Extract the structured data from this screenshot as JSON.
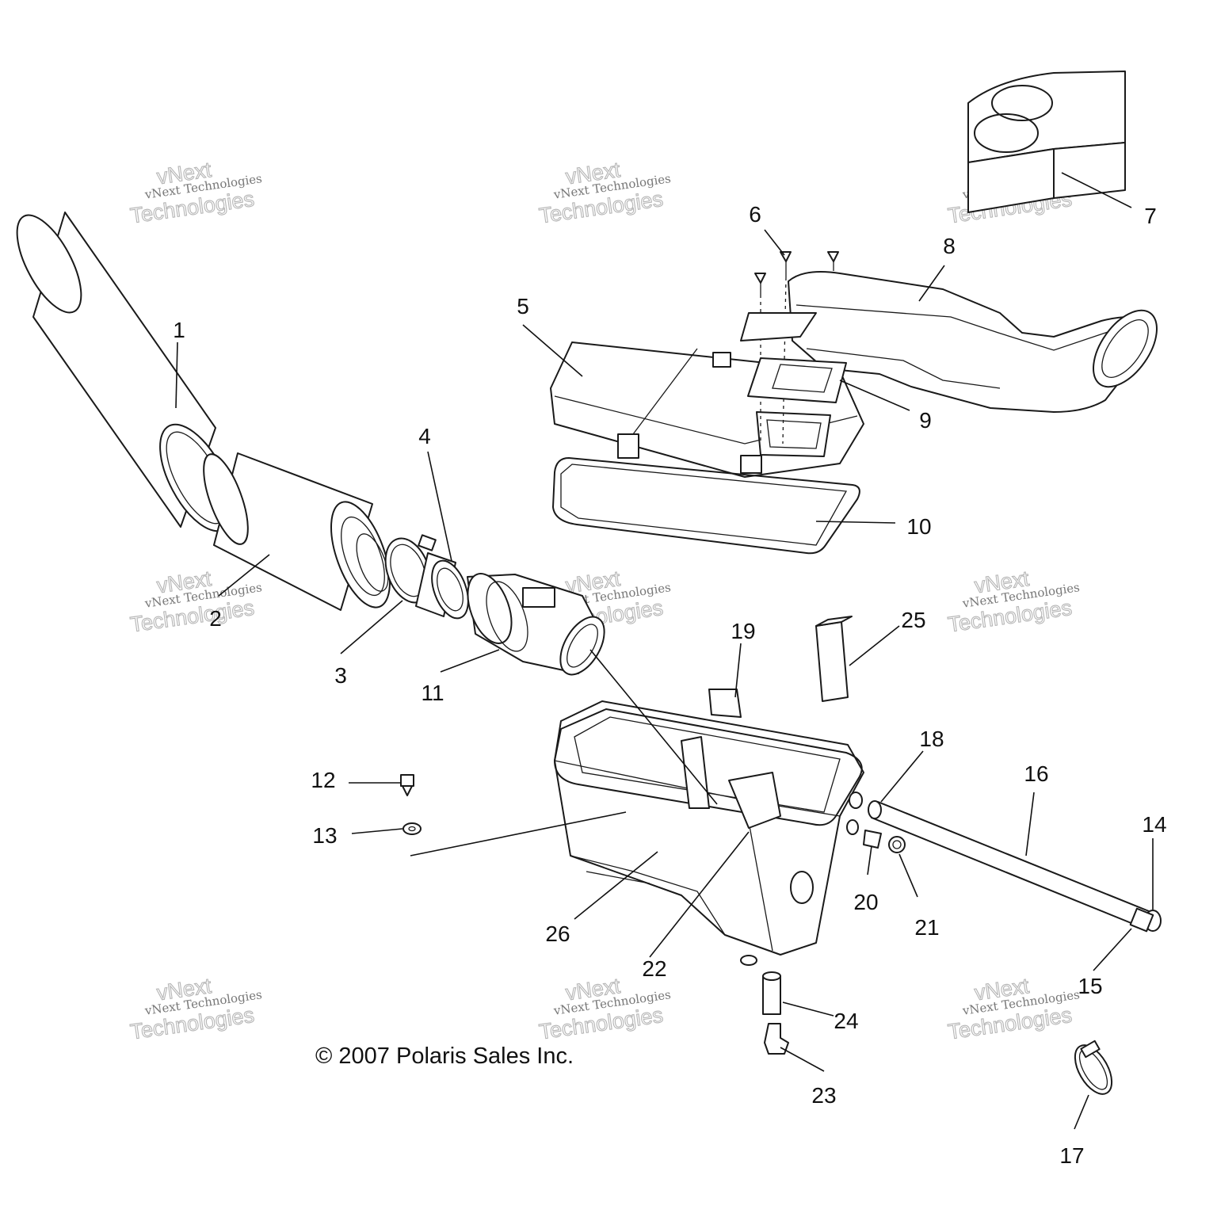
{
  "copyright": "© 2007 Polaris Sales Inc.",
  "watermark": {
    "line_a": "vNext Technologies",
    "line_b_1": "vNext",
    "line_b_2": "Technologies"
  },
  "callouts": [
    "1",
    "2",
    "3",
    "4",
    "5",
    "6",
    "7",
    "8",
    "9",
    "10",
    "11",
    "12",
    "13",
    "14",
    "15",
    "16",
    "17",
    "18",
    "19",
    "20",
    "21",
    "22",
    "23",
    "24",
    "25",
    "26"
  ]
}
